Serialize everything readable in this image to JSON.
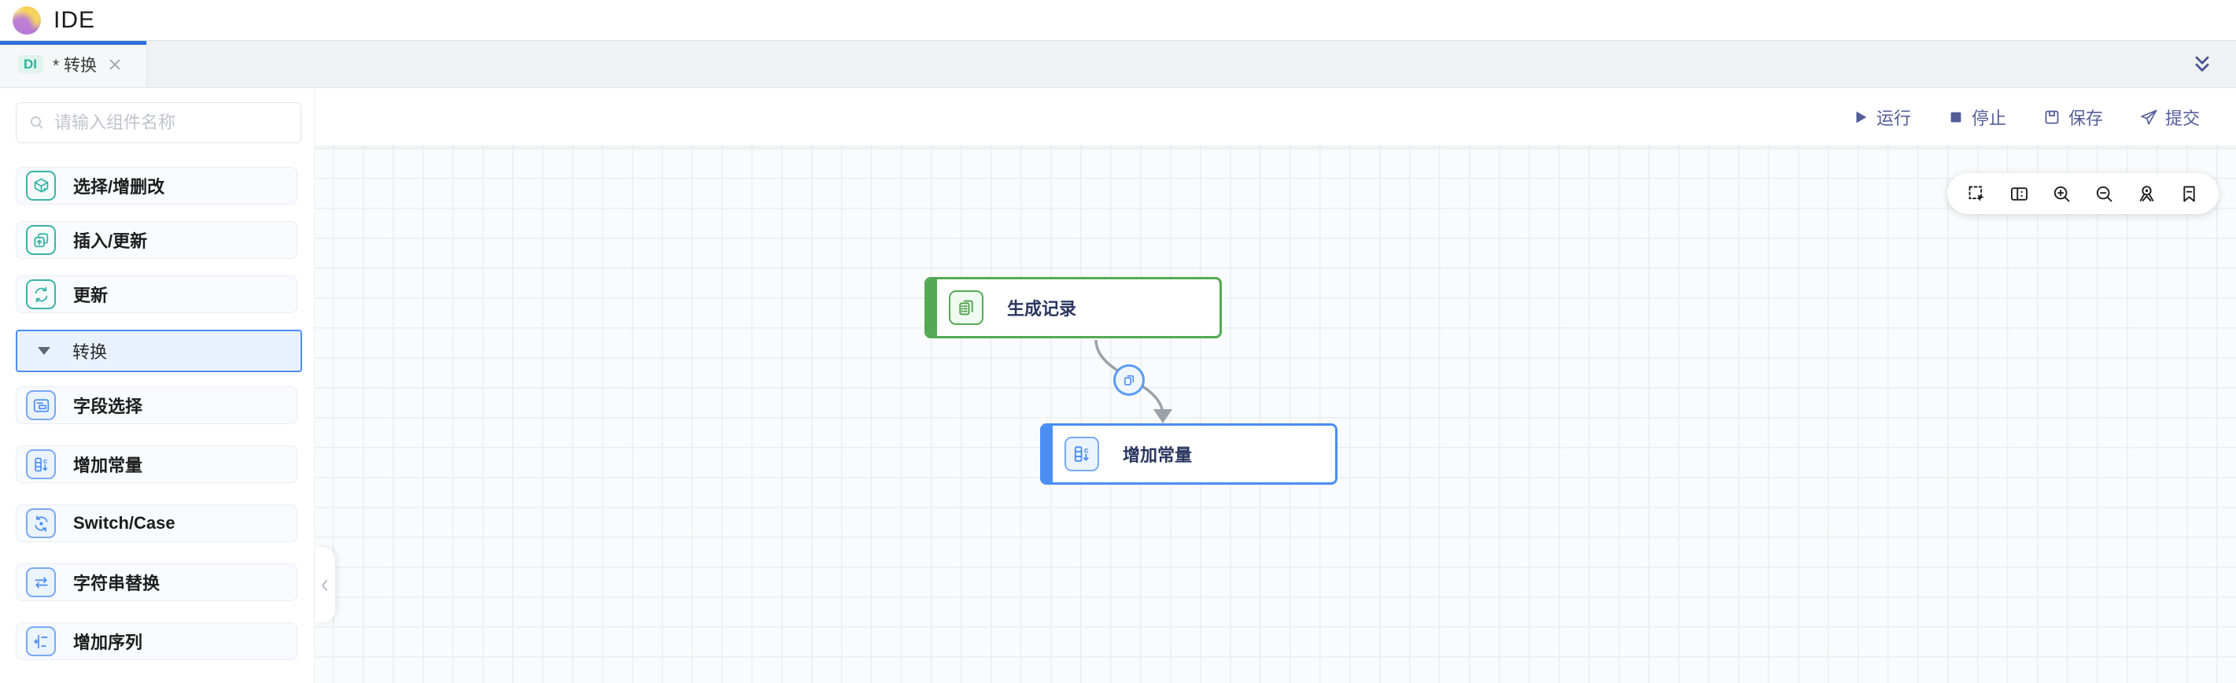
{
  "app": {
    "title": "IDE",
    "logo_icon": "app-logo"
  },
  "tabbar": {
    "tab": {
      "badge": "DI",
      "label": "* 转换",
      "close_icon": "close-icon",
      "active": true
    },
    "overflow_icon": "double-chevron-down-icon"
  },
  "sidebar": {
    "search": {
      "placeholder": "请输入组件名称",
      "value": "",
      "icon": "search-icon"
    },
    "items": [
      {
        "label": "选择/增删改",
        "icon": "cube-select-icon",
        "theme": "teal",
        "kind": "item"
      },
      {
        "label": "插入/更新",
        "icon": "insert-update-icon",
        "theme": "teal",
        "kind": "item"
      },
      {
        "label": "更新",
        "icon": "refresh-icon",
        "theme": "teal",
        "kind": "item"
      },
      {
        "label": "转换",
        "icon": "caret-down-icon",
        "kind": "section",
        "expanded": true,
        "selected": true
      },
      {
        "label": "字段选择",
        "icon": "field-select-icon",
        "theme": "blue",
        "kind": "item"
      },
      {
        "label": "增加常量",
        "icon": "add-constant-icon",
        "theme": "blue",
        "kind": "item"
      },
      {
        "label": "Switch/Case",
        "icon": "switch-case-icon",
        "theme": "blue",
        "kind": "item"
      },
      {
        "label": "字符串替换",
        "icon": "string-replace-icon",
        "theme": "blue",
        "kind": "item"
      },
      {
        "label": "增加序列",
        "icon": "add-sequence-icon",
        "theme": "blue",
        "kind": "item"
      }
    ],
    "collapse_handle_icon": "chevron-left-icon"
  },
  "toolbar": {
    "actions": [
      {
        "label": "运行",
        "icon": "play-icon"
      },
      {
        "label": "停止",
        "icon": "stop-icon"
      },
      {
        "label": "保存",
        "icon": "save-icon"
      },
      {
        "label": "提交",
        "icon": "submit-icon"
      }
    ]
  },
  "canvas": {
    "tools": [
      {
        "icon": "marquee-select-icon"
      },
      {
        "icon": "minimap-icon"
      },
      {
        "icon": "zoom-in-icon"
      },
      {
        "icon": "zoom-out-icon"
      },
      {
        "icon": "focus-view-icon"
      },
      {
        "icon": "bookmark-icon"
      }
    ],
    "nodes": [
      {
        "label": "生成记录",
        "icon": "generate-records-icon",
        "color": "#54aa54"
      },
      {
        "label": "增加常量",
        "icon": "add-constant-icon",
        "color": "#4a8df5"
      }
    ],
    "edge": {
      "from": "生成记录",
      "to": "增加常量",
      "midpoint_icon": "copy-icon",
      "color": "#9aa1a9"
    }
  },
  "colors": {
    "accent_blue": "#4a8df5",
    "teal": "#2fb0a4",
    "node_green": "#54aa54",
    "action_indigo": "#535d99",
    "tab_indicator": "#2f6fd9",
    "edge_gray": "#9aa1a9",
    "badge_bg": "#dff4ed",
    "badge_text": "#2ab49c",
    "grid_line": "#ebedf0",
    "canvas_bg": "#fafbfc"
  }
}
